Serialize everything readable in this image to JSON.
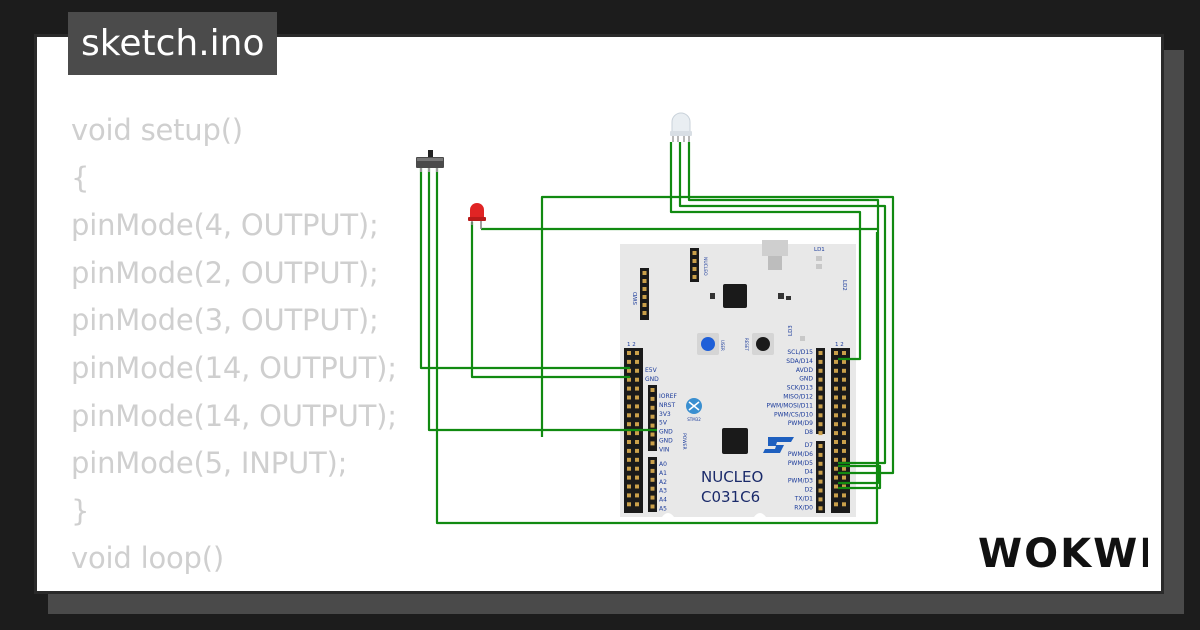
{
  "file_tab": {
    "label": "sketch.ino"
  },
  "code_lines": [
    "void setup()",
    "{",
    "pinMode(4, OUTPUT);",
    "pinMode(2, OUTPUT);",
    "pinMode(3, OUTPUT);",
    "pinMode(14, OUTPUT);",
    "pinMode(14, OUTPUT);",
    "pinMode(5, INPUT);",
    "}",
    "void loop()",
    "{"
  ],
  "board": {
    "name_line1": "NUCLEO",
    "name_line2": "C031C6",
    "color": "#e6e6e6",
    "label_color": "#1a3a9a",
    "left_header_nums": "1  2",
    "right_header_nums": "1  2",
    "swd_label": "SWD",
    "nucleo_label": "NUCLEO",
    "ld1": "LD1",
    "ld2": "LD2",
    "ld3": "LD3",
    "user_label": "USER",
    "reset_label": "RESET",
    "logo_text": "STM32",
    "left_pins": [
      "E5V",
      "GND"
    ],
    "power_pins": [
      "IOREF",
      "NRST",
      "3V3",
      "5V",
      "GND",
      "GND",
      "VIN"
    ],
    "power_label": "POWER",
    "analog_pins": [
      "A0",
      "A1",
      "A2",
      "A3",
      "A4",
      "A5"
    ],
    "right_pins_top": [
      "SCL/D15",
      "SDA/D14",
      "AVDD",
      "GND",
      "SCK/D13",
      "MISO/D12",
      "PWM/MOSI/D11",
      "PWM/CS/D10",
      "PWM/D9",
      "D8"
    ],
    "right_pins_bottom": [
      "D7",
      "PWM/D6",
      "PWM/D5",
      "D4",
      "PWM/D3",
      "D2",
      "TX/D1",
      "RX/D0"
    ]
  },
  "wire_color": "#118a11",
  "brand": {
    "text": "WOKWI"
  }
}
